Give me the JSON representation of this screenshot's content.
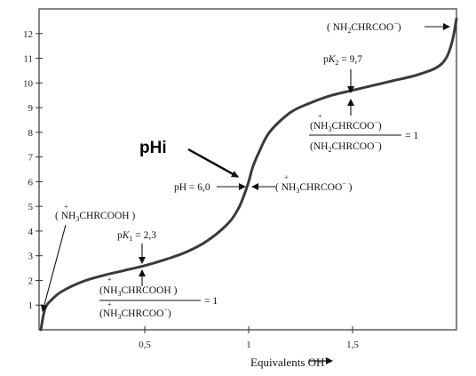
{
  "chart_data": {
    "type": "line",
    "title": "",
    "xlabel": "Equivalents OH",
    "xlabel_sup": "−",
    "ylabel": "",
    "xlim": [
      0,
      2
    ],
    "ylim": [
      0,
      13
    ],
    "x_ticks": [
      {
        "value": 0.5,
        "label": "0,5"
      },
      {
        "value": 1,
        "label": "1"
      },
      {
        "value": 1.5,
        "label": "1,5"
      }
    ],
    "y_ticks": [
      {
        "value": 1,
        "label": "1"
      },
      {
        "value": 2,
        "label": "2"
      },
      {
        "value": 3,
        "label": "3"
      },
      {
        "value": 4,
        "label": "4"
      },
      {
        "value": 5,
        "label": "5"
      },
      {
        "value": 6,
        "label": "6"
      },
      {
        "value": 7,
        "label": "7"
      },
      {
        "value": 8,
        "label": "8"
      },
      {
        "value": 9,
        "label": "9"
      },
      {
        "value": 10,
        "label": "10"
      },
      {
        "value": 11,
        "label": "11"
      },
      {
        "value": 12,
        "label": "12"
      }
    ],
    "series": [
      {
        "values": [
          {
            "x": 0.0,
            "y": 0.0
          },
          {
            "x": 0.02,
            "y": 0.85
          },
          {
            "x": 0.05,
            "y": 1.2
          },
          {
            "x": 0.1,
            "y": 1.55
          },
          {
            "x": 0.2,
            "y": 1.95
          },
          {
            "x": 0.3,
            "y": 2.2
          },
          {
            "x": 0.4,
            "y": 2.4
          },
          {
            "x": 0.5,
            "y": 2.6
          },
          {
            "x": 0.6,
            "y": 2.85
          },
          {
            "x": 0.7,
            "y": 3.15
          },
          {
            "x": 0.8,
            "y": 3.6
          },
          {
            "x": 0.9,
            "y": 4.3
          },
          {
            "x": 0.95,
            "y": 4.9
          },
          {
            "x": 0.98,
            "y": 5.5
          },
          {
            "x": 1.0,
            "y": 6.0
          },
          {
            "x": 1.02,
            "y": 6.6
          },
          {
            "x": 1.05,
            "y": 7.2
          },
          {
            "x": 1.1,
            "y": 8.0
          },
          {
            "x": 1.2,
            "y": 8.8
          },
          {
            "x": 1.3,
            "y": 9.2
          },
          {
            "x": 1.4,
            "y": 9.5
          },
          {
            "x": 1.5,
            "y": 9.7
          },
          {
            "x": 1.6,
            "y": 9.9
          },
          {
            "x": 1.7,
            "y": 10.1
          },
          {
            "x": 1.8,
            "y": 10.3
          },
          {
            "x": 1.9,
            "y": 10.6
          },
          {
            "x": 1.95,
            "y": 11.0
          },
          {
            "x": 1.98,
            "y": 11.7
          },
          {
            "x": 2.0,
            "y": 12.6
          }
        ]
      }
    ],
    "annotations": {
      "phi": "pHi",
      "ph6": "pH = 6,0",
      "zwitterion": {
        "pre": "( ",
        "ion": "NH",
        "sub": "3",
        "rest": "CHRCOO",
        "sup": "−",
        "post": " )",
        "plus": "+"
      },
      "cation": {
        "pre": "( ",
        "ion": "NH",
        "sub": "3",
        "rest": "CHRCOOH )",
        "plus": "+"
      },
      "anion_top": {
        "pre": "( NH",
        "sub": "2",
        "rest": "CHRCOO",
        "sup": "−",
        "post": ")"
      },
      "pk1": {
        "p": "p",
        "K": "K",
        "sub": "1",
        "rest": " = 2,3"
      },
      "pk2": {
        "p": "p",
        "K": "K",
        "sub": "2",
        "rest": " = 9,7"
      },
      "ratio1": {
        "num": {
          "pre": "(",
          "ion": "NH",
          "sub": "3",
          "rest": "CHRCOOH )",
          "plus": "+"
        },
        "den": {
          "pre": "(",
          "ion": "NH",
          "sub": "3",
          "rest": "CHRCOO",
          "sup": "−",
          "post": ")",
          "plus": "+"
        },
        "eq": "= 1"
      },
      "ratio2": {
        "num": {
          "pre": "(",
          "ion": "NH",
          "sub": "3",
          "rest": "CHRCOO",
          "sup": "−",
          "post": ")",
          "plus": "+"
        },
        "den": {
          "pre": "(",
          "ion": "NH",
          "sub": "2",
          "rest": "CHRCOO",
          "sup": "−",
          "post": ")"
        },
        "eq": "= 1"
      }
    }
  }
}
